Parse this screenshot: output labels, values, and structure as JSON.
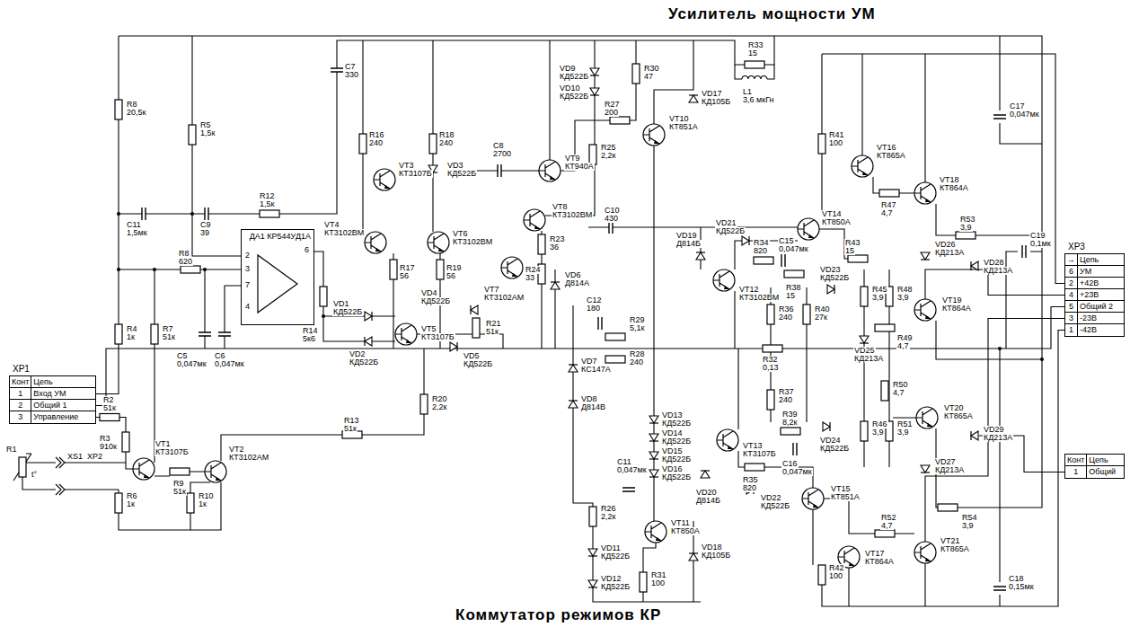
{
  "diagram": {
    "title": "Усилитель мощности УМ",
    "caption": "Коммутатор режимов КР",
    "nodes": [
      {
        "text": [
          "XP1",
          "Конт",
          "Цепь",
          "1",
          "Вход УМ",
          "2",
          "Общий 1",
          "3",
          "Управление"
        ]
      },
      {
        "text": [
          "ДА1 КР544УД1А"
        ]
      },
      {
        "text": [
          "XP3",
          "→",
          "Цепь",
          "6",
          "УМ",
          "2",
          "+42В",
          "4",
          "+23В",
          "5",
          "Общий 2",
          "3",
          "-23В",
          "1",
          "-42В"
        ]
      },
      {
        "text": [
          "Конт",
          "Цепь",
          "1",
          "Общий"
        ]
      }
    ],
    "labels": [
      "R8",
      "20,5к",
      "R5",
      "1,5к",
      "C7",
      "330",
      "C11",
      "1,5мк",
      "C9",
      "39",
      "R12",
      "1,5к",
      "2",
      "3",
      "7",
      "4",
      "6",
      "R14",
      "5к6",
      "R16",
      "240",
      "R18",
      "240",
      "VT3",
      "КТ3107Б",
      "VD3",
      "КД522Б",
      "VT4",
      "КТ3102ВМ",
      "VT6",
      "КТ3102ВМ",
      "R17",
      "56",
      "R19",
      "56",
      "VD1",
      "КД522Б",
      "VD2",
      "КД522Б",
      "VT5",
      "КТ3107Б",
      "VD4",
      "КД522Б",
      "R21",
      "51к",
      "VD5",
      "КД522Б",
      "C8",
      "2700",
      "VT9",
      "КТ940А",
      "VT8",
      "КТ3102ВМ",
      "R23",
      "36",
      "R24",
      "33",
      "VT7",
      "КТ3102АМ",
      "VD6",
      "Д814А",
      "VD9",
      "КД522Б",
      "VD10",
      "КД522Б",
      "R30",
      "47",
      "R27",
      "200",
      "R25",
      "2,2к",
      "VT10",
      "КТ851А",
      "VD17",
      "КД105Б",
      "R33",
      "15",
      "L1",
      "3,6 мкГн",
      "C10",
      "430",
      "C12",
      "180",
      "VD7",
      "КС147А",
      "R29",
      "5,1к",
      "R28",
      "240",
      "VD8",
      "Д814В",
      "R20",
      "2,2к",
      "R13",
      "51к",
      "R1",
      "t°",
      "XS1",
      "XP2",
      "VT1",
      "КТ3107Б",
      "R9",
      "51к",
      "VT2",
      "КТ3102АМ",
      "R2",
      "51к",
      "R3",
      "910к",
      "R4",
      "1к",
      "R7",
      "51к",
      "C5",
      "0,047мк",
      "C6",
      "0,047мк",
      "R6",
      "1к",
      "R10",
      "1к",
      "R8",
      "620",
      "VD11",
      "КД522Б",
      "VD12",
      "КД522Б",
      "R26",
      "2,2к",
      "VT11",
      "КТ850А",
      "R31",
      "100",
      "VD18",
      "КД105Б",
      "C11",
      "0,047мк",
      "VD13",
      "КД522Б",
      "VD14",
      "КД522Б",
      "VD15",
      "КД522Б",
      "VD16",
      "КД522Б",
      "VD19",
      "Д814Б",
      "VD21",
      "КД522Б",
      "VT12",
      "КТ3102ВМ",
      "R34",
      "820",
      "C15",
      "0,047мк",
      "VD23",
      "КД522Б",
      "R38",
      "15",
      "R36",
      "240",
      "R40",
      "27к",
      "R32",
      "0,13",
      "R37",
      "240",
      "R39",
      "8,2к",
      "VD24",
      "КД522Б",
      "C16",
      "0,047мк",
      "VT13",
      "КТ3107Б",
      "R35",
      "820",
      "VD20",
      "Д814Б",
      "VD22",
      "КД522Б",
      "R41",
      "100",
      "VT16",
      "КТ865А",
      "R47",
      "4,7",
      "VT18",
      "КТ864А",
      "VT14",
      "КТ850А",
      "R43",
      "15",
      "R53",
      "3,9",
      "VD26",
      "КД213А",
      "VD28",
      "КД213А",
      "R45",
      "3,9",
      "R48",
      "3,9",
      "VT19",
      "КТ864А",
      "R49",
      "4,7",
      "VD25",
      "КД213А",
      "R50",
      "4,7",
      "VT20",
      "КТ865А",
      "R46",
      "3,9",
      "R51",
      "3,9",
      "VD29",
      "КД213А",
      "VD27",
      "КД213А",
      "R54",
      "3,9",
      "VT15",
      "КТ851А",
      "R52",
      "4,7",
      "VT17",
      "КТ864А",
      "VT21",
      "КТ865А",
      "R42",
      "100",
      "C17",
      "0,047мк",
      "C19",
      "0,1мк",
      "C18",
      "0,15мк"
    ]
  }
}
